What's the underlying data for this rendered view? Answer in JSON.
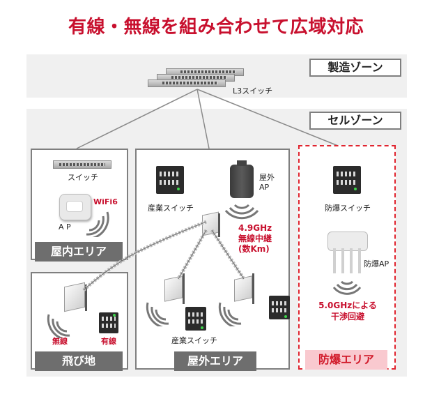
{
  "title": "有線・無線を組み合わせて広域対応",
  "zones": {
    "manufacturing": "製造ゾーン",
    "cell": "セルゾーン"
  },
  "devices": {
    "l3_switch": "L3スイッチ",
    "indoor_switch": "スイッチ",
    "indoor_ap": "A P",
    "wifi6": "WiFi6",
    "outdoor_ap": "屋外\nAP",
    "industrial_switch_top": "産業スイッチ",
    "industrial_switch_bottom": "産業スイッチ",
    "explosion_switch": "防爆スイッチ",
    "explosion_ap": "防爆AP"
  },
  "annotations": {
    "relay": "4.9GHz\n無線中継\n(数Km)",
    "interference": "5.0GHzによる\n干渉回避",
    "wireless": "無線",
    "wired": "有線"
  },
  "areas": {
    "indoor": "屋内エリア",
    "enclave": "飛び地",
    "outdoor": "屋外エリア",
    "explosion_proof": "防爆エリア"
  }
}
